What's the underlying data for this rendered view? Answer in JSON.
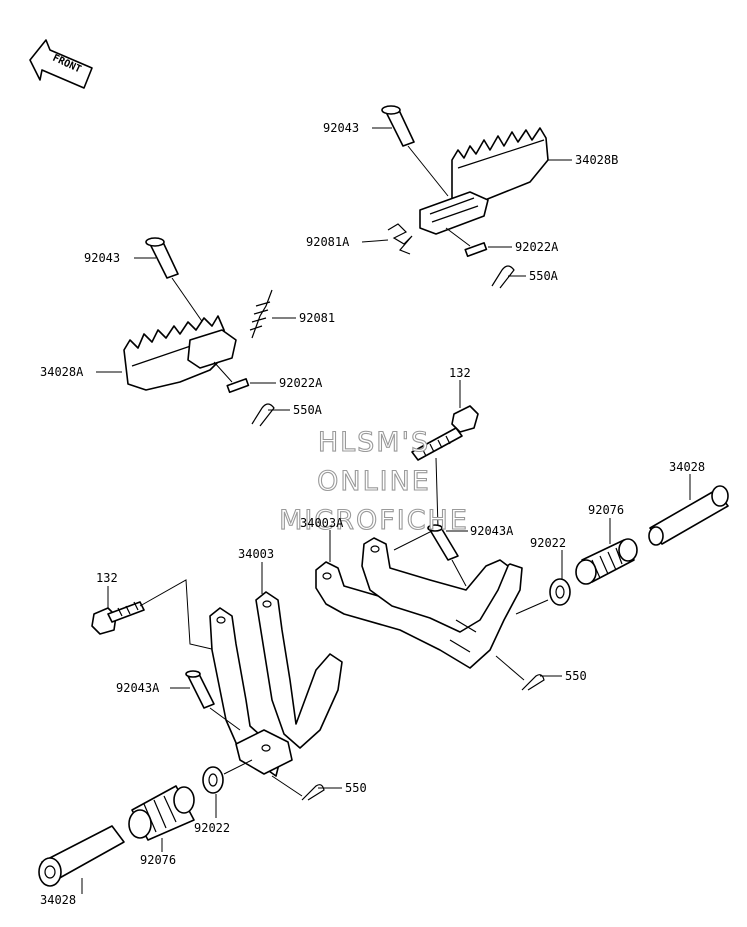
{
  "front_marker": {
    "text": "FRONT",
    "icon": "front-arrow-icon"
  },
  "watermark": {
    "lines": [
      "HLSM'S",
      "ONLINE",
      "MICROFICHE"
    ]
  },
  "labels": {
    "p92043_top": "92043",
    "p34028B": "34028B",
    "p92081A": "92081A",
    "p92022A_top": "92022A",
    "p550A_top": "550A",
    "p92043_left": "92043",
    "p92081": "92081",
    "p34028A": "34028A",
    "p92022A_left": "92022A",
    "p550A_left": "550A",
    "p132_right": "132",
    "p34028_right": "34028",
    "p34003A": "34003A",
    "p92043A_right": "92043A",
    "p92076_right": "92076",
    "p92022_right": "92022",
    "p34003": "34003",
    "p132_left": "132",
    "p550_right": "550",
    "p92043A_left": "92043A",
    "p550_left": "550",
    "p92022_left": "92022",
    "p92076_left": "92076",
    "p34028_left": "34028"
  }
}
